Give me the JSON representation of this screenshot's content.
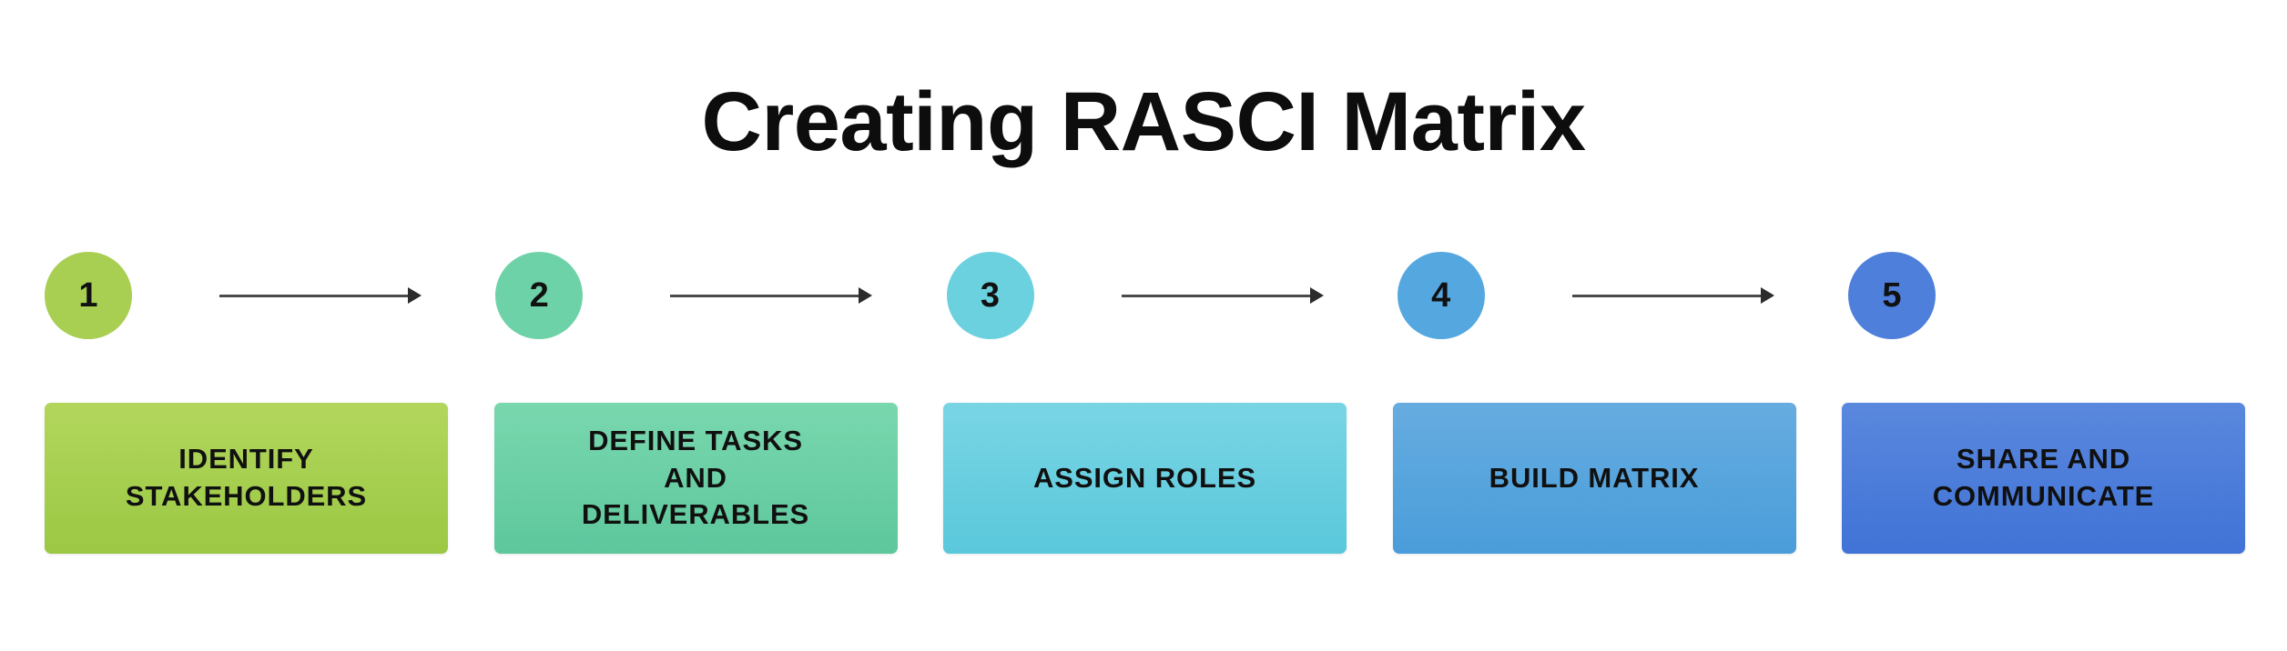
{
  "header": {
    "title": "Creating RASCI Matrix"
  },
  "palette": {
    "background": "#ffffff",
    "title_color": "#0d0d0d",
    "arrow_line_color": "#4a4a4a",
    "arrow_head_color": "#2c2c2c",
    "label_text_color": "#101010"
  },
  "process": {
    "arrow_icon": "right-arrow-icon",
    "arrow_count": 4,
    "steps": [
      {
        "number": "1",
        "label": "IDENTIFY\nSTAKEHOLDERS",
        "circle_color": "#a8ce52",
        "box_color_start": "#b2d65c",
        "box_color_end": "#9bc844"
      },
      {
        "number": "2",
        "label": "DEFINE TASKS\nAND\nDELIVERABLES",
        "circle_color": "#6ed2a8",
        "box_color_start": "#79d7ae",
        "box_color_end": "#5ec79c"
      },
      {
        "number": "3",
        "label": "ASSIGN ROLES",
        "circle_color": "#6bd1df",
        "box_color_start": "#79d5e4",
        "box_color_end": "#5ac8db"
      },
      {
        "number": "4",
        "label": "BUILD MATRIX",
        "circle_color": "#55a7e0",
        "box_color_start": "#66ace0",
        "box_color_end": "#4a9dda"
      },
      {
        "number": "5",
        "label": "SHARE AND\nCOMMUNICATE",
        "circle_color": "#4d7fdb",
        "box_color_start": "#5a88de",
        "box_color_end": "#4073d6"
      }
    ]
  }
}
